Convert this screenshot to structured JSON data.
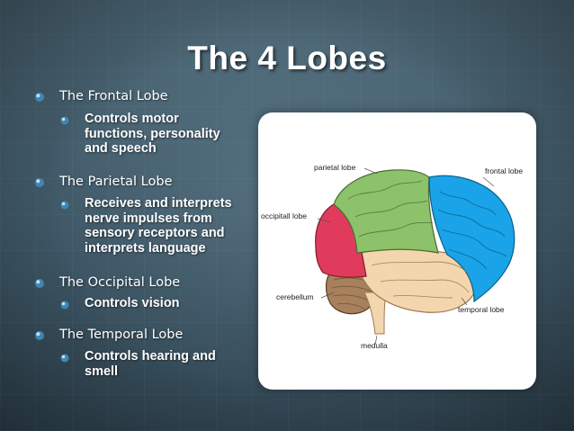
{
  "title": "The 4 Lobes",
  "bullets": [
    {
      "label": "The Frontal Lobe",
      "detail": [
        "Controls motor",
        "functions, personality",
        "and speech"
      ]
    },
    {
      "label": "The Parietal Lobe",
      "detail": [
        "Receives and interprets",
        "nerve impulses from",
        "sensory receptors and",
        "interprets language"
      ]
    },
    {
      "label": "The Occipital Lobe",
      "detail": [
        "Controls vision"
      ]
    },
    {
      "label": "The Temporal Lobe",
      "detail": [
        "Controls hearing and",
        "smell"
      ]
    }
  ],
  "diagram": {
    "labels": {
      "parietal": "parietal lobe",
      "frontal": "frontal lobe",
      "occipital": "occipitall lobe",
      "cerebellum": "cerebellum",
      "temporal": "temporal lobe",
      "medulla": "medulla"
    },
    "colors": {
      "frontal": "#1aa3e8",
      "parietal": "#8cc26a",
      "occipital": "#e03a5c",
      "temporal": "#f3d6ad",
      "cerebellum": "#a7805c",
      "bullet": "#4a90b8"
    }
  }
}
